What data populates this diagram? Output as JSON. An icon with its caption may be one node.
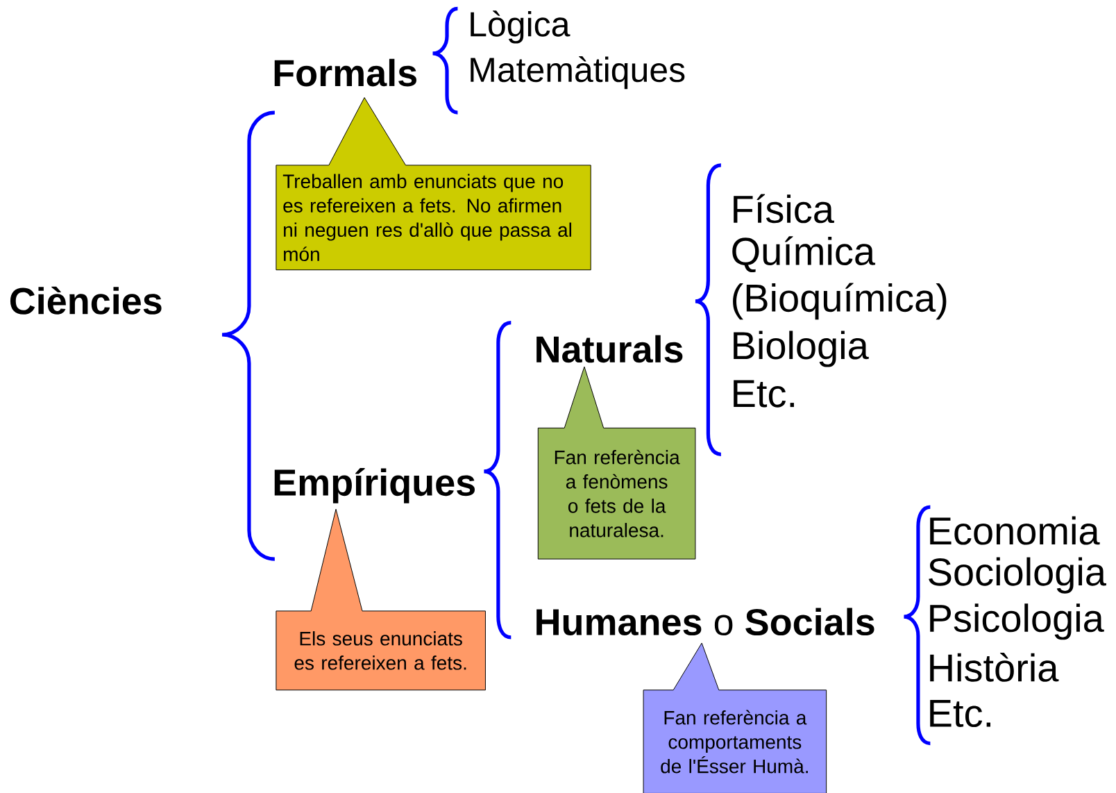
{
  "diagram": {
    "nodes": [
      {
        "text": [
          "Treballen amb enunciats que no es refereixen a fets. No afirmen ni neguen res d'allò que passa al món"
        ]
      },
      {
        "text": [
          "Fan referència a fenòmens o fets de la naturalesa."
        ]
      },
      {
        "text": [
          "Els seus enunciats es refereixen a fets."
        ]
      },
      {
        "text": [
          "Fan referència a comportaments de l'Ésser Humà."
        ]
      }
    ],
    "labels": [
      "Lògica",
      "Formals",
      "Matemàtiques",
      "Ciències",
      "Física",
      "Química",
      "(Bioquímica)",
      "Naturals",
      "Biologia",
      "Etc.",
      "Empíriques",
      "Economia",
      "Sociologia",
      "**Humanes** o **Socials**",
      "Psicologia",
      "Història",
      "Etc."
    ]
  }
}
